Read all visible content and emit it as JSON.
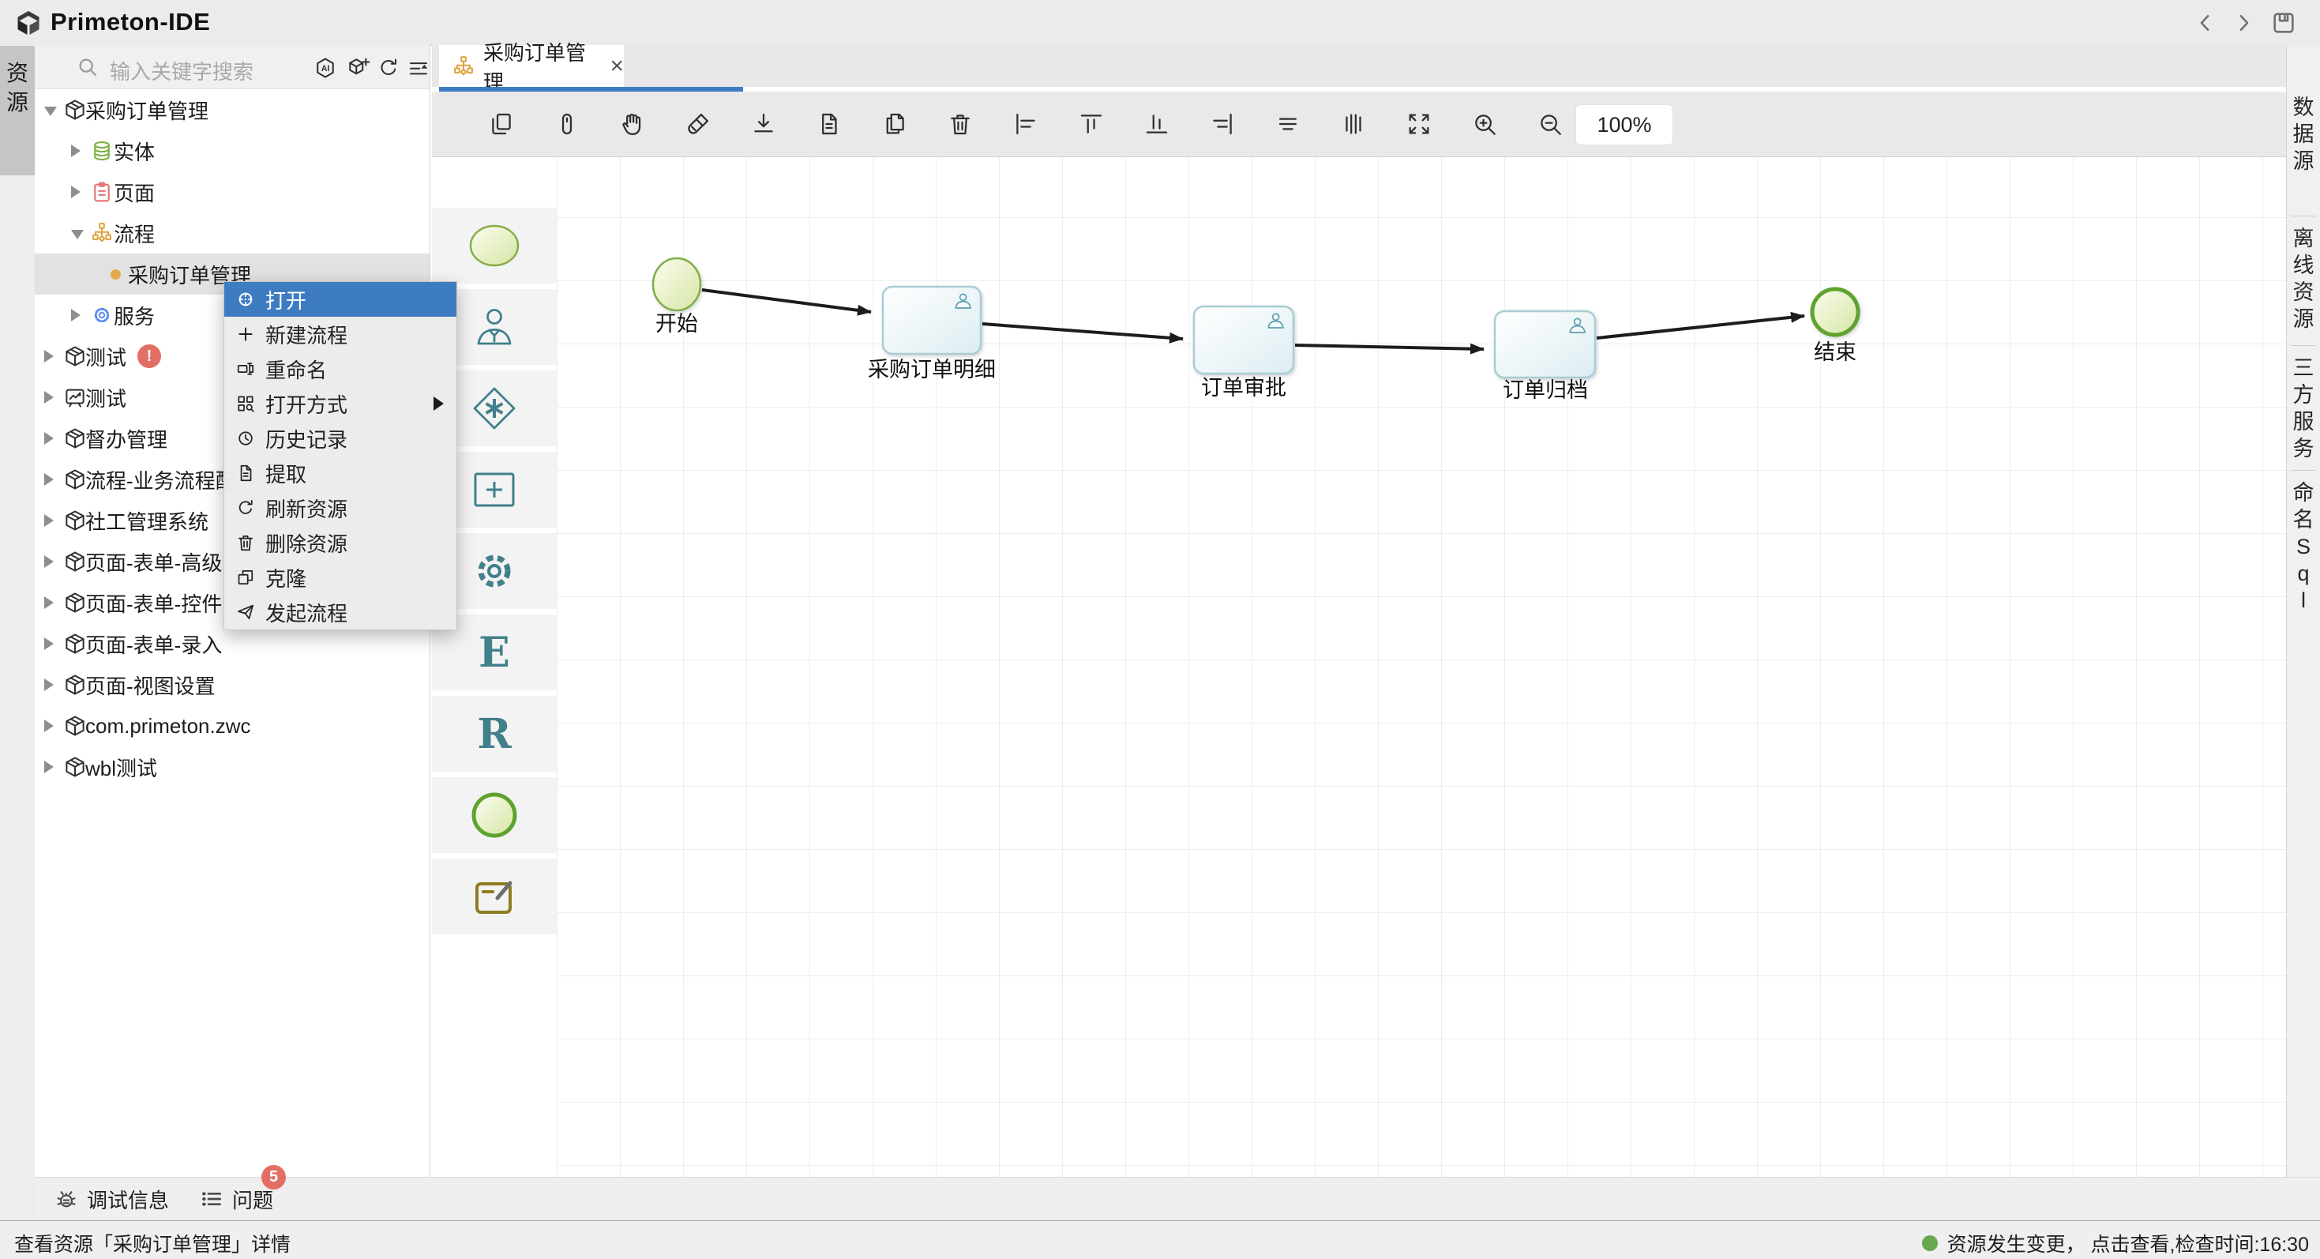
{
  "app": {
    "title": "Primeton-IDE"
  },
  "titlebar": {
    "icons": [
      "back",
      "forward",
      "save"
    ]
  },
  "left_strip": {
    "active_tab": "资源"
  },
  "explorer": {
    "search_placeholder": "输入关键字搜索",
    "header_icons": [
      "ai",
      "cube-add",
      "refresh",
      "list-filter",
      "translate"
    ],
    "tree": [
      {
        "label": "采购订单管理",
        "icon": "package",
        "level": 0,
        "caret": "down"
      },
      {
        "label": "实体",
        "icon": "entity",
        "level": 1,
        "caret": "right"
      },
      {
        "label": "页面",
        "icon": "page",
        "level": 1,
        "caret": "right"
      },
      {
        "label": "流程",
        "icon": "flow",
        "level": 1,
        "caret": "down"
      },
      {
        "label": "采购订单管理",
        "icon": "dot",
        "level": 2,
        "selected": true
      },
      {
        "label": "服务",
        "icon": "gear-blue",
        "level": 1,
        "caret": "right"
      },
      {
        "label": "测试",
        "icon": "package",
        "level": 0,
        "caret": "right",
        "badge": "!"
      },
      {
        "label": "测试",
        "icon": "board",
        "level": 0,
        "caret": "right"
      },
      {
        "label": "督办管理",
        "icon": "package",
        "level": 0,
        "caret": "right"
      },
      {
        "label": "流程-业务流程配",
        "icon": "package",
        "level": 0,
        "caret": "right"
      },
      {
        "label": "社工管理系统",
        "icon": "package",
        "level": 0,
        "caret": "right"
      },
      {
        "label": "页面-表单-高级",
        "icon": "package",
        "level": 0,
        "caret": "right"
      },
      {
        "label": "页面-表单-控件",
        "icon": "package",
        "level": 0,
        "caret": "right"
      },
      {
        "label": "页面-表单-录入",
        "icon": "package",
        "level": 0,
        "caret": "right"
      },
      {
        "label": "页面-视图设置",
        "icon": "package",
        "level": 0,
        "caret": "right"
      },
      {
        "label": "com.primeton.zwc",
        "icon": "package",
        "level": 0,
        "caret": "right"
      },
      {
        "label": "wbl测试",
        "icon": "package",
        "level": 0,
        "caret": "right"
      }
    ]
  },
  "context_menu": {
    "items": [
      {
        "label": "打开",
        "icon": "target",
        "active": true
      },
      {
        "label": "新建流程",
        "icon": "plus"
      },
      {
        "label": "重命名",
        "icon": "rename"
      },
      {
        "label": "打开方式",
        "icon": "open-with",
        "submenu": true
      },
      {
        "label": "历史记录",
        "icon": "history"
      },
      {
        "label": "提取",
        "icon": "extract"
      },
      {
        "label": "刷新资源",
        "icon": "refresh"
      },
      {
        "label": "删除资源",
        "icon": "trash"
      },
      {
        "label": "克隆",
        "icon": "clone"
      },
      {
        "label": "发起流程",
        "icon": "send"
      }
    ]
  },
  "editor": {
    "tab": {
      "label": "采购订单管理",
      "icon": "flow",
      "close": "×",
      "active": true
    },
    "toolbar_icons": [
      "duplicate",
      "mouse",
      "hand",
      "clean",
      "download",
      "document",
      "documents",
      "trash",
      "align-left",
      "align-top",
      "align-bottom",
      "align-right",
      "align-center-horizontal",
      "distribute-vertical",
      "fit-screen",
      "zoom-in",
      "zoom-out"
    ],
    "zoom_level": "100%",
    "palette": [
      "start-event",
      "user-task",
      "gateway",
      "subprocess",
      "service-task",
      "entity-E",
      "rule-R",
      "end-event",
      "edit-task"
    ]
  },
  "flow_diagram": {
    "nodes": [
      {
        "id": "start",
        "type": "start-event",
        "label": "开始"
      },
      {
        "id": "t1",
        "type": "user-task",
        "label": "采购订单明细"
      },
      {
        "id": "t2",
        "type": "user-task",
        "label": "订单审批"
      },
      {
        "id": "t3",
        "type": "user-task",
        "label": "订单归档"
      },
      {
        "id": "end",
        "type": "end-event",
        "label": "结束"
      }
    ],
    "edges": [
      [
        "start",
        "t1"
      ],
      [
        "t1",
        "t2"
      ],
      [
        "t2",
        "t3"
      ],
      [
        "t3",
        "end"
      ]
    ]
  },
  "right_strip": {
    "tabs": [
      "数据源",
      "离线资源",
      "三方服务",
      "命名Sql"
    ]
  },
  "bottom_panel": {
    "debug_label": "调试信息",
    "problems_label": "问题",
    "problems_count": "5"
  },
  "status_bar": {
    "left": "查看资源「采购订单管理」详情",
    "right": "资源发生变更， 点击查看,检查时间:16:30"
  },
  "colors": {
    "accent_blue": "#3e7cc2",
    "node_green_border": "#7fae46",
    "end_green_border": "#5ea32f",
    "task_border": "#a8cdd6",
    "palette_teal": "#41808c",
    "orange": "#dfa23e",
    "badge_red": "#e26e64",
    "status_green": "#6aa84f"
  }
}
